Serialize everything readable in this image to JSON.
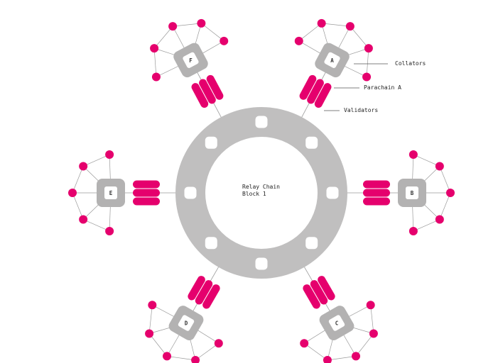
{
  "colors": {
    "relay": "#c0bfbf",
    "validator": "#e5006d",
    "collator": "#e5006d",
    "parachain": "#b3b2b2",
    "line": "#9a9a9a"
  },
  "relay_chain": {
    "label_line1": "Relay Chain",
    "label_line2": "Block 1"
  },
  "annotations": {
    "collators": "Collators",
    "parachain": "Parachain A",
    "validators": "Validators"
  },
  "parachains": [
    {
      "id": "a",
      "label": "A"
    },
    {
      "id": "b",
      "label": "B"
    },
    {
      "id": "c",
      "label": "C"
    },
    {
      "id": "d",
      "label": "D"
    },
    {
      "id": "e",
      "label": "E"
    },
    {
      "id": "f",
      "label": "F"
    }
  ]
}
